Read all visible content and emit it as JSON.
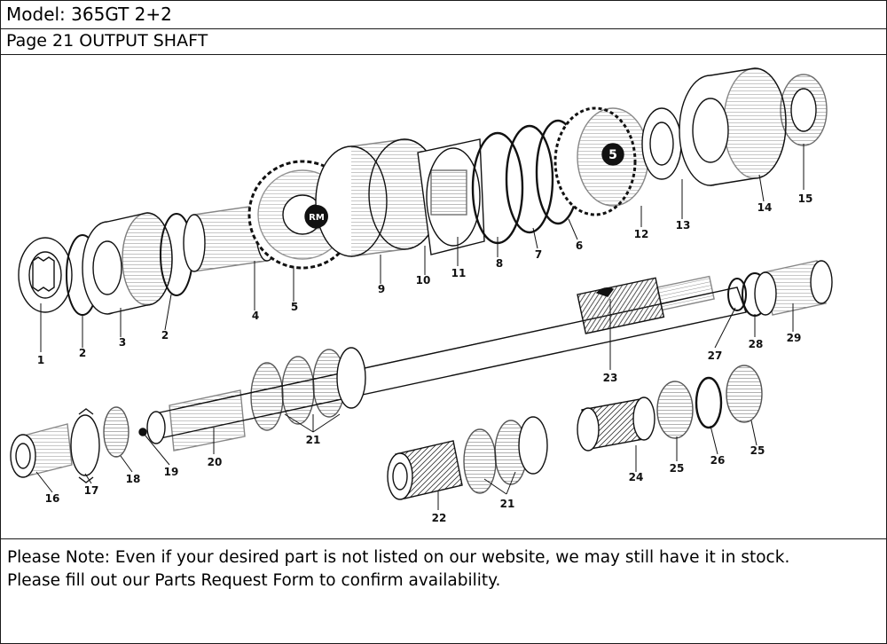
{
  "header": {
    "model": "Model: 365GT 2+2",
    "page": "Page 21  OUTPUT SHAFT"
  },
  "diagram": {
    "callouts": [
      "1",
      "2",
      "3",
      "2",
      "4",
      "5",
      "9",
      "10",
      "11",
      "8",
      "7",
      "6",
      "12",
      "13",
      "14",
      "15",
      "23",
      "27",
      "28",
      "29",
      "21",
      "20",
      "19",
      "18",
      "17",
      "16",
      "22",
      "21",
      "24",
      "25",
      "26",
      "25"
    ],
    "badges": {
      "rm": "RM",
      "five": "5"
    }
  },
  "note": {
    "line1": "Please Note: Even if your desired part is not listed on our website, we may still have it in stock.",
    "line2": "Please fill out our Parts Request Form to confirm availability."
  }
}
